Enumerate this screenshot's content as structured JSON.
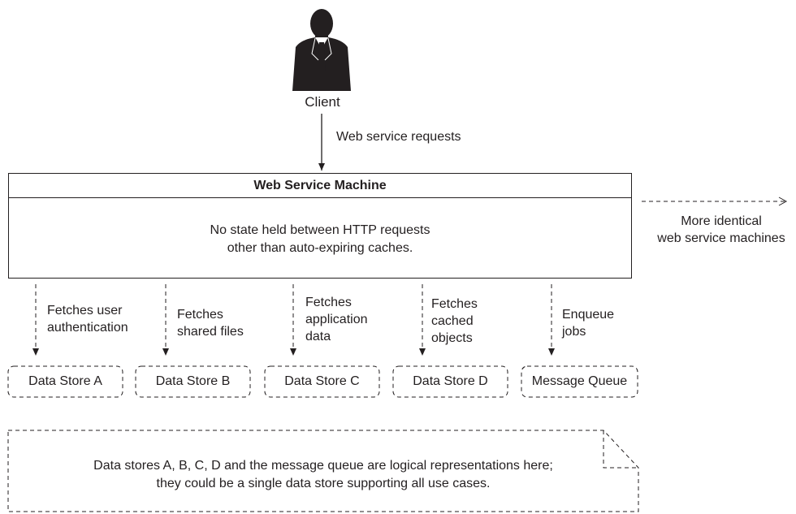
{
  "client": {
    "label": "Client",
    "icon": "person-icon"
  },
  "request_label": "Web service requests",
  "machine": {
    "title": "Web Service Machine",
    "desc_line1": "No state held between HTTP requests",
    "desc_line2": "other than auto-expiring caches."
  },
  "more_machines": {
    "line1": "More identical",
    "line2": "web service machines"
  },
  "fetches": [
    {
      "line1": "Fetches user",
      "line2": "authentication",
      "line3": ""
    },
    {
      "line1": "Fetches",
      "line2": "shared files",
      "line3": ""
    },
    {
      "line1": "Fetches",
      "line2": "application",
      "line3": "data"
    },
    {
      "line1": "Fetches",
      "line2": "cached",
      "line3": "objects"
    },
    {
      "line1": "Enqueue",
      "line2": "jobs",
      "line3": ""
    }
  ],
  "stores": [
    {
      "label": "Data Store A"
    },
    {
      "label": "Data Store B"
    },
    {
      "label": "Data Store C"
    },
    {
      "label": "Data Store D"
    },
    {
      "label": "Message Queue"
    }
  ],
  "note": {
    "line1": "Data stores A, B, C, D and the message queue are logical representations here;",
    "line2": "they could be a single data store supporting all use cases."
  },
  "colors": {
    "ink": "#231f20",
    "background": "#ffffff"
  }
}
